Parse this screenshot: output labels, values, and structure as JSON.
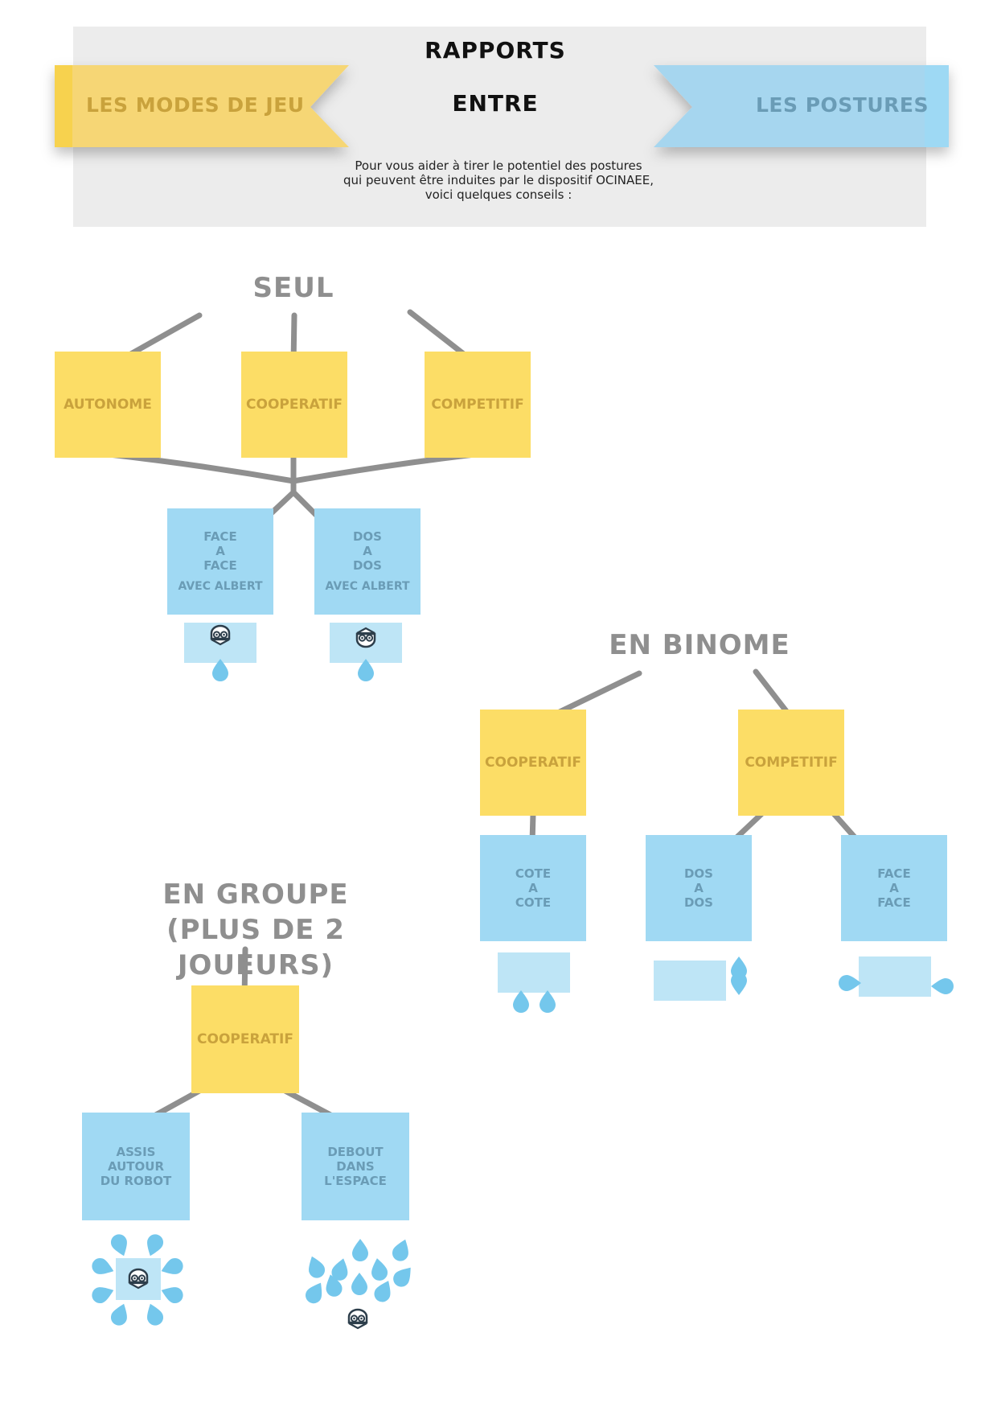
{
  "header": {
    "title_line1": "RAPPORTS",
    "title_line2": "ENTRE",
    "left_ribbon": "LES MODES DE JEU",
    "right_ribbon": "LES POSTURES",
    "intro_line1": "Pour vous aider à tirer le potentiel des postures",
    "intro_line2": "qui peuvent être induites par le dispositif OCINAEE,",
    "intro_line3": "voici quelques conseils :",
    "colors": {
      "yellow": "#fcdd66",
      "blue": "#a0d9f3",
      "header_bg": "#ececec"
    }
  },
  "seul": {
    "heading": "SEUL",
    "modes": [
      "AUTONOME",
      "COOPERATIF",
      "COMPETITIF"
    ],
    "postures": [
      {
        "lines": [
          "FACE",
          "A",
          "FACE"
        ],
        "sub": "AVEC ALBERT",
        "icon": "robot-icon"
      },
      {
        "lines": [
          "DOS",
          "A",
          "DOS"
        ],
        "sub": "AVEC ALBERT",
        "icon": "robot-icon"
      }
    ]
  },
  "binome": {
    "heading": "EN BINOME",
    "modes": [
      "COOPERATIF",
      "COMPETITIF"
    ],
    "postures": [
      {
        "lines": [
          "COTE",
          "A",
          "COTE"
        ]
      },
      {
        "lines": [
          "DOS",
          "A",
          "DOS"
        ]
      },
      {
        "lines": [
          "FACE",
          "A",
          "FACE"
        ]
      }
    ]
  },
  "groupe": {
    "heading_line1": "EN GROUPE",
    "heading_line2": "(PLUS DE 2 JOUEURS)",
    "mode": "COOPERATIF",
    "postures": [
      {
        "lines": [
          "ASSIS",
          "AUTOUR",
          "DU ROBOT"
        ],
        "icon": "robot-icon"
      },
      {
        "lines": [
          "DEBOUT",
          "DANS",
          "L'ESPACE"
        ],
        "icon": "robot-icon"
      }
    ]
  }
}
